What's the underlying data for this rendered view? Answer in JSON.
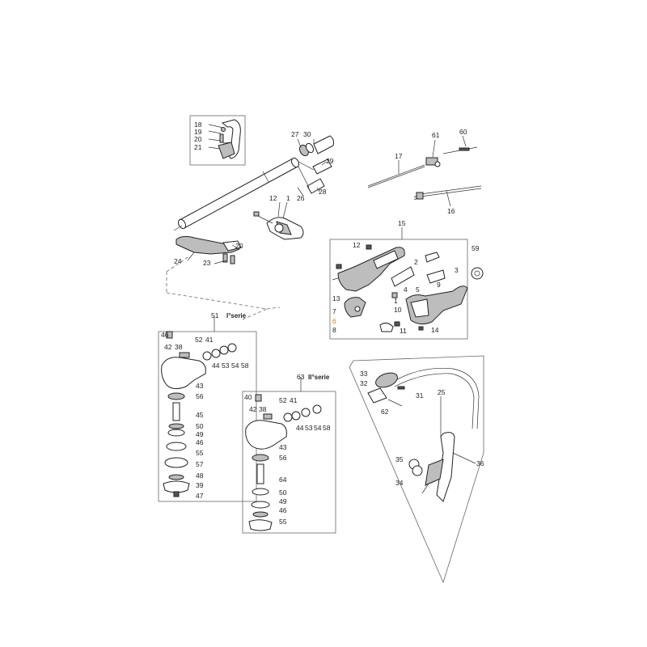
{
  "colors": {
    "ink": "#222222",
    "highlight": "#e07b00",
    "shade": "#bdbdbd"
  },
  "series_labels": {
    "first": "I°serie",
    "second": "II°serie"
  },
  "callouts": [
    {
      "id": "c18",
      "text": "18"
    },
    {
      "id": "c19",
      "text": "19"
    },
    {
      "id": "c20a",
      "text": "20"
    },
    {
      "id": "c21",
      "text": "21"
    },
    {
      "id": "c27",
      "text": "27"
    },
    {
      "id": "c30",
      "text": "30"
    },
    {
      "id": "c29",
      "text": "29"
    },
    {
      "id": "c28",
      "text": "28"
    },
    {
      "id": "c26",
      "text": "26"
    },
    {
      "id": "c12a",
      "text": "12"
    },
    {
      "id": "c1a",
      "text": "1"
    },
    {
      "id": "c20b",
      "text": "20"
    },
    {
      "id": "c24",
      "text": "24"
    },
    {
      "id": "c23",
      "text": "23"
    },
    {
      "id": "c61",
      "text": "61"
    },
    {
      "id": "c60",
      "text": "60"
    },
    {
      "id": "c17",
      "text": "17"
    },
    {
      "id": "c16",
      "text": "16"
    },
    {
      "id": "c15",
      "text": "15"
    },
    {
      "id": "c12b",
      "text": "12"
    },
    {
      "id": "c59",
      "text": "59"
    },
    {
      "id": "c2",
      "text": "2"
    },
    {
      "id": "c3",
      "text": "3"
    },
    {
      "id": "c4",
      "text": "4"
    },
    {
      "id": "c5",
      "text": "5"
    },
    {
      "id": "c9",
      "text": "9"
    },
    {
      "id": "c1b",
      "text": "1"
    },
    {
      "id": "c13",
      "text": "13"
    },
    {
      "id": "c10",
      "text": "10"
    },
    {
      "id": "c7",
      "text": "7"
    },
    {
      "id": "c6",
      "text": "6",
      "highlight": true
    },
    {
      "id": "c8",
      "text": "8"
    },
    {
      "id": "c11",
      "text": "11"
    },
    {
      "id": "c14",
      "text": "14"
    },
    {
      "id": "c51",
      "text": "51"
    },
    {
      "id": "c46a",
      "text": "46"
    },
    {
      "id": "c52a",
      "text": "52"
    },
    {
      "id": "c41a",
      "text": "41"
    },
    {
      "id": "c42a",
      "text": "42"
    },
    {
      "id": "c38a",
      "text": "38"
    },
    {
      "id": "c44a",
      "text": "44"
    },
    {
      "id": "c53a",
      "text": "53"
    },
    {
      "id": "c54a",
      "text": "54"
    },
    {
      "id": "c58a",
      "text": "58"
    },
    {
      "id": "c43a",
      "text": "43"
    },
    {
      "id": "c56a",
      "text": "56"
    },
    {
      "id": "c45",
      "text": "45"
    },
    {
      "id": "c50a",
      "text": "50"
    },
    {
      "id": "c49a",
      "text": "49"
    },
    {
      "id": "c46b",
      "text": "46"
    },
    {
      "id": "c55a",
      "text": "55"
    },
    {
      "id": "c57",
      "text": "57"
    },
    {
      "id": "c48",
      "text": "48"
    },
    {
      "id": "c39",
      "text": "39"
    },
    {
      "id": "c47",
      "text": "47"
    },
    {
      "id": "c63",
      "text": "63"
    },
    {
      "id": "c40",
      "text": "40"
    },
    {
      "id": "c52b",
      "text": "52"
    },
    {
      "id": "c41b",
      "text": "41"
    },
    {
      "id": "c42b",
      "text": "42"
    },
    {
      "id": "c38b",
      "text": "38"
    },
    {
      "id": "c44b",
      "text": "44"
    },
    {
      "id": "c53b",
      "text": "53"
    },
    {
      "id": "c54b",
      "text": "54"
    },
    {
      "id": "c58b",
      "text": "58"
    },
    {
      "id": "c43b",
      "text": "43"
    },
    {
      "id": "c56b",
      "text": "56"
    },
    {
      "id": "c64",
      "text": "64"
    },
    {
      "id": "c50b",
      "text": "50"
    },
    {
      "id": "c49b",
      "text": "49"
    },
    {
      "id": "c46c",
      "text": "46"
    },
    {
      "id": "c55b",
      "text": "55"
    },
    {
      "id": "c33",
      "text": "33"
    },
    {
      "id": "c32",
      "text": "32"
    },
    {
      "id": "c31",
      "text": "31"
    },
    {
      "id": "c25",
      "text": "25"
    },
    {
      "id": "c62",
      "text": "62"
    },
    {
      "id": "c35",
      "text": "35"
    },
    {
      "id": "c34",
      "text": "34"
    },
    {
      "id": "c36",
      "text": "36"
    }
  ]
}
